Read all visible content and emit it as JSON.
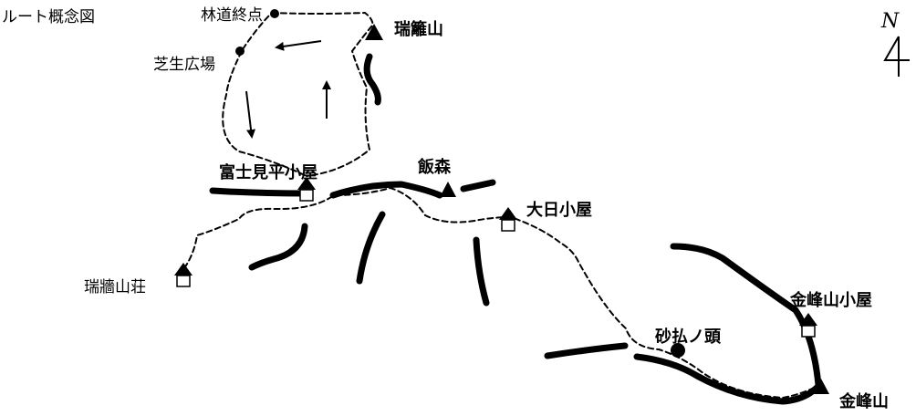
{
  "title": "ルート概念図",
  "north": "N",
  "places": {
    "rindo_shuten": "林道終点",
    "shiba_hiroba": "芝生広場",
    "mizugaki": "瑞籬山",
    "fujimidaira": "富士見平小屋",
    "iimori": "飯森",
    "dainichi": "大日小屋",
    "mizugaki_sanso": "瑞牆山荘",
    "kinpu_koya": "金峰山小屋",
    "sunaharai": "砂払ノ頭",
    "kinpu": "金峰山"
  }
}
